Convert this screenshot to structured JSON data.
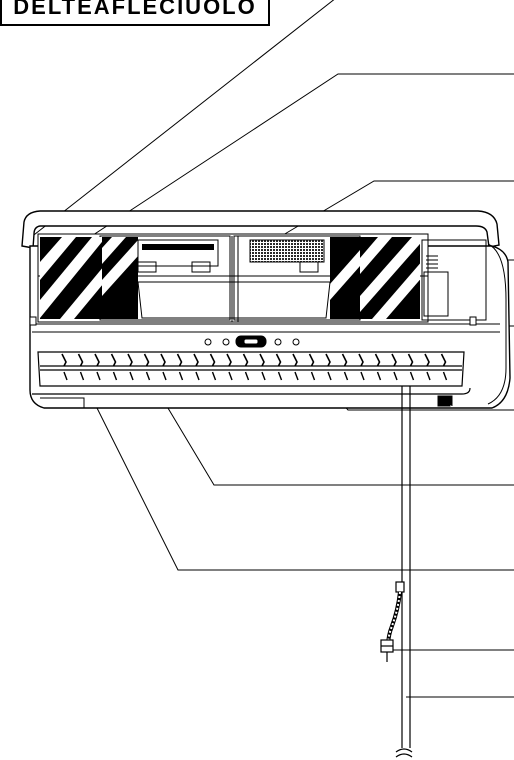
{
  "title": {
    "text": "DELTEAFLECIUOLO"
  },
  "callouts": [
    {
      "id": "front-panel"
    },
    {
      "id": "air-filter-left"
    },
    {
      "id": "air-purifying-filter"
    },
    {
      "id": "indicator-panel"
    },
    {
      "id": "signal-receiver"
    },
    {
      "id": "horizontal-louver"
    },
    {
      "id": "vertical-louver"
    },
    {
      "id": "air-outlet"
    },
    {
      "id": "drain-hose"
    },
    {
      "id": "piping"
    }
  ],
  "colors": {
    "ink": "#000000",
    "paper": "#ffffff",
    "mesh": "#2a2a2a"
  }
}
